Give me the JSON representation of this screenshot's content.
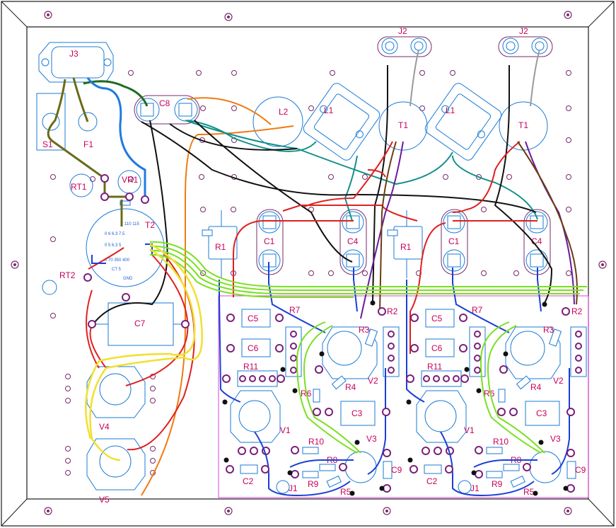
{
  "labels": {
    "j3": "J3",
    "s1": "S1",
    "f1": "F1",
    "c8": "C8",
    "l2": "L2",
    "l1a": "L1",
    "l1b": "L1",
    "t1a": "T1",
    "t1b": "T1",
    "j2a": "J2",
    "j2b": "J2",
    "rt1": "RT1",
    "vr1": "VR1",
    "t2": "T2",
    "rt2": "RT2",
    "c7": "C7",
    "v4": "V4",
    "v5": "V5",
    "r1a": "R1",
    "c1a": "C1",
    "c4a": "C4",
    "r1b": "R1",
    "c1b": "C1",
    "c4b": "C4",
    "c5a": "C5",
    "c6a": "C6",
    "r7a": "R7",
    "r11a": "R11",
    "r3a": "R3",
    "r2a": "R2",
    "r6a": "R6",
    "r4a": "R4",
    "v2a": "V2",
    "c3a": "C3",
    "v1a": "V1",
    "r10a": "R10",
    "r8a": "R8",
    "v3a": "V3",
    "c9a": "C9",
    "c2a": "C2",
    "j1a": "J1",
    "r9a": "R9",
    "r5a": "R5",
    "c5b": "C5",
    "c6b": "C6",
    "r7b": "R7",
    "r11b": "R11",
    "r3b": "R3",
    "r2b": "R2",
    "r6b": "R6",
    "r4b": "R4",
    "v2b": "V2",
    "c3b": "C3",
    "v1b": "V1",
    "r10b": "R10",
    "r8b": "R8",
    "v3b": "V3",
    "c9b": "C9",
    "c2b": "C2",
    "j1b": "J1",
    "r9b": "R9",
    "r5b": "R5"
  },
  "t2_taps": {
    "row1": "110 115",
    "row2": "0   6  6.3  7.5",
    "row3": "0   5  6.3  5",
    "row4": "0   70  350  400",
    "row5": "CT   5",
    "row6": "GND"
  },
  "colors": {
    "board_edge": "#1a1a1a",
    "silkscreen": "#1a7bd6",
    "labels": "#c8005a",
    "amp_outline": "#e040e0"
  }
}
